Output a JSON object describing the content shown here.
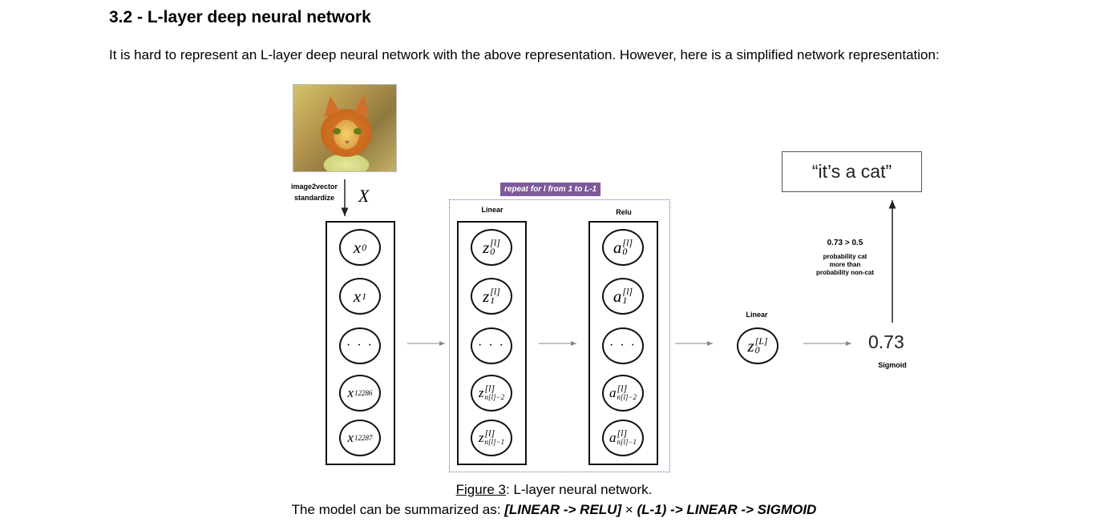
{
  "heading": "3.2 - L-layer deep neural network",
  "intro": "It is hard to represent an L-layer deep neural network with the above representation. However, here is a simplified network representation:",
  "diagram": {
    "preprocess_label_1": "image2vector",
    "preprocess_label_2": "standardize",
    "input_var": "X",
    "repeat_banner": "repeat for l from 1 to L-1",
    "linear_label": "Linear",
    "relu_label": "Relu",
    "output_linear_label": "Linear",
    "sigmoid_label": "Sigmoid",
    "output_value": "0.73",
    "result_text": "“it’s a cat”",
    "decision_1": "0.73 > 0.5",
    "decision_2": "probability cat",
    "decision_3": "more than",
    "decision_4": "probability non-cat",
    "input_nodes": [
      {
        "base": "x",
        "sub": "0"
      },
      {
        "base": "x",
        "sub": "1"
      },
      {
        "base": "...",
        "sub": ""
      },
      {
        "base": "x",
        "sub": "12286"
      },
      {
        "base": "x",
        "sub": "12287"
      }
    ],
    "z_nodes": [
      {
        "base": "z",
        "sup": "[l]",
        "sub": "0"
      },
      {
        "base": "z",
        "sup": "[l]",
        "sub": "1"
      },
      {
        "base": "...",
        "sup": "",
        "sub": ""
      },
      {
        "base": "z",
        "sup": "[l]",
        "sub": "n[l]−2"
      },
      {
        "base": "z",
        "sup": "[l]",
        "sub": "n[l]−1"
      }
    ],
    "a_nodes": [
      {
        "base": "a",
        "sup": "[l]",
        "sub": "0"
      },
      {
        "base": "a",
        "sup": "[l]",
        "sub": "1"
      },
      {
        "base": "...",
        "sup": "",
        "sub": ""
      },
      {
        "base": "a",
        "sup": "[l]",
        "sub": "n[l]−2"
      },
      {
        "base": "a",
        "sup": "[l]",
        "sub": "n[l]−1"
      }
    ],
    "output_node": {
      "base": "z",
      "sup": "[L]",
      "sub": "0"
    }
  },
  "caption": {
    "figure_ref": "Figure 3",
    "figure_text": ": L-layer neural network.",
    "summary_prefix": "The model can be summarized as: ",
    "summary_formula_1": "[LINEAR -> RELU]",
    "summary_times": " × ",
    "summary_formula_2": "(L-1) -> LINEAR -> SIGMOID"
  },
  "colors": {
    "banner": "#7e5a9b",
    "text": "#000000"
  }
}
